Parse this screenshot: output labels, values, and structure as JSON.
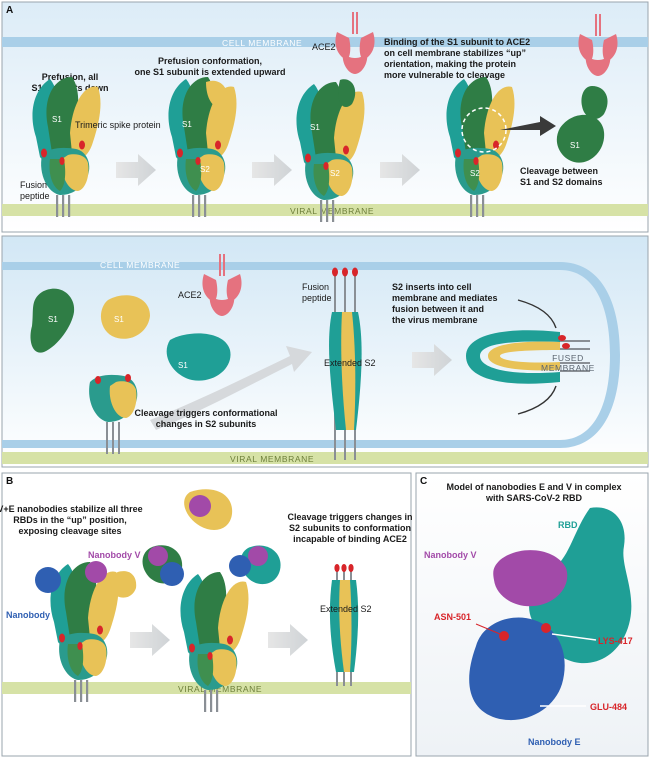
{
  "panel_a": {
    "letter": "A",
    "cell_membrane": "CELL MEMBRANE",
    "viral_membrane": "VIRAL MEMBRANE",
    "step1": [
      "Prefusion, all",
      "S1 subunits down"
    ],
    "trimeric": "Trimeric spike protein",
    "fusion_peptide": [
      "Fusion",
      "peptide"
    ],
    "step2": [
      "Prefusion conformation,",
      "one S1 subunit is extended upward"
    ],
    "ace2": "ACE2",
    "step3": [
      "Binding of the S1 subunit to ACE2",
      "on cell membrane stabilizes “up”",
      "orientation, making the protein",
      "more vulnerable to cleavage"
    ],
    "cleavage": [
      "Cleavage between",
      "S1 and S2 domains"
    ],
    "s1": "S1",
    "s2": "S2"
  },
  "panel_a2": {
    "cell_membrane": "CELL MEMBRANE",
    "viral_membrane": "VIRAL MEMBRANE",
    "ace2": "ACE2",
    "fusion_peptide": [
      "Fusion",
      "peptide"
    ],
    "extended_s2": "Extended S2",
    "inserts": [
      "S2 inserts into cell",
      "membrane and mediates",
      "fusion between it and",
      "the virus membrane"
    ],
    "fused": [
      "FUSED",
      "MEMBRANE"
    ],
    "cleavage_triggers": [
      "Cleavage triggers conformational",
      "changes in S2 subunits"
    ]
  },
  "panel_b": {
    "letter": "B",
    "stabilize": [
      "V+E nanobodies stabilize all three",
      "RBDs in the “up” position,",
      "exposing cleavage sites"
    ],
    "nanobody_v": "Nanobody V",
    "nanobody_e": "Nanobody E",
    "triggers": [
      "Cleavage triggers changes in",
      "S2 subunits to conformation",
      "incapable of binding ACE2"
    ],
    "extended_s2": "Extended S2",
    "viral_membrane": "VIRAL MEMBRANE"
  },
  "panel_c": {
    "letter": "C",
    "title": [
      "Model of nanobodies E and V in complex",
      "with SARS-CoV-2 RBD"
    ],
    "rbd": "RBD",
    "nanobody_v": "Nanobody V",
    "asn": "ASN-501",
    "lys": "LYS-417",
    "glu": "GLU-484",
    "nanobody_e": "Nanobody E"
  },
  "colors": {
    "dark_green": "#2f7d45",
    "teal": "#1f9f96",
    "yellow": "#e8c257",
    "pink": "#e5727f",
    "red": "#d8252a",
    "purple": "#a24aa8",
    "blue": "#2f5fb2",
    "membrane_blue": "#a9cfe8",
    "membrane_green": "#d6e2a6"
  }
}
